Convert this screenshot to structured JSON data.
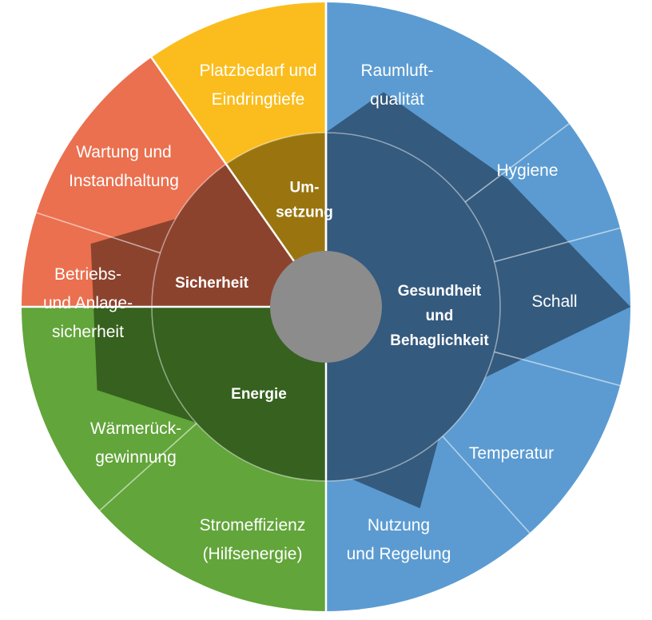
{
  "colors": {
    "health_outer": "#5b9bd1",
    "health_inner": "#345a7e",
    "energy_outer": "#62a53a",
    "energy_inner": "#36611f",
    "safety_outer": "#ea704f",
    "safety_inner": "#8c432e",
    "implementation_outer": "#fbbd1d",
    "implementation_inner": "#9a750f",
    "hub": "#8c8c8c",
    "divider": "#ffffff"
  },
  "categories": [
    {
      "id": "health",
      "lines": [
        "Gesundheit",
        "und",
        "Behaglichkeit"
      ],
      "subcategories": [
        {
          "id": "raumluft",
          "lines": [
            "Raumluft-",
            "qualität"
          ],
          "level": 0.73
        },
        {
          "id": "hygiene",
          "lines": [
            "Hygiene"
          ],
          "level": 0.73
        },
        {
          "id": "schall",
          "lines": [
            "Schall"
          ],
          "level": 1.0
        },
        {
          "id": "temperatur",
          "lines": [
            "Temperatur"
          ],
          "level": 0.5
        },
        {
          "id": "nutzung",
          "lines": [
            "Nutzung",
            "und Regelung"
          ],
          "level": 0.73
        }
      ]
    },
    {
      "id": "energy",
      "lines": [
        "Energie"
      ],
      "subcategories": [
        {
          "id": "stromeffizienz",
          "lines": [
            "Stromeffizienz",
            "(Hilfsenergie)"
          ],
          "level": 0.5
        },
        {
          "id": "waermerueck",
          "lines": [
            "Wärmerück-",
            "gewinnung"
          ],
          "level": 0.8
        }
      ]
    },
    {
      "id": "safety",
      "lines": [
        "Sicherheit"
      ],
      "subcategories": [
        {
          "id": "betrieb",
          "lines": [
            "Betriebs-",
            "und Anlage-",
            "sicherheit"
          ],
          "level": 0.8
        },
        {
          "id": "wartung",
          "lines": [
            "Wartung und",
            "Instandhaltung"
          ],
          "level": 0.5
        }
      ]
    },
    {
      "id": "implementation",
      "lines": [
        "Um-",
        "setzung"
      ],
      "subcategories": [
        {
          "id": "platzbedarf",
          "lines": [
            "Platzbedarf und",
            "Eindringtiefe"
          ],
          "level": 0.5
        }
      ]
    }
  ]
}
